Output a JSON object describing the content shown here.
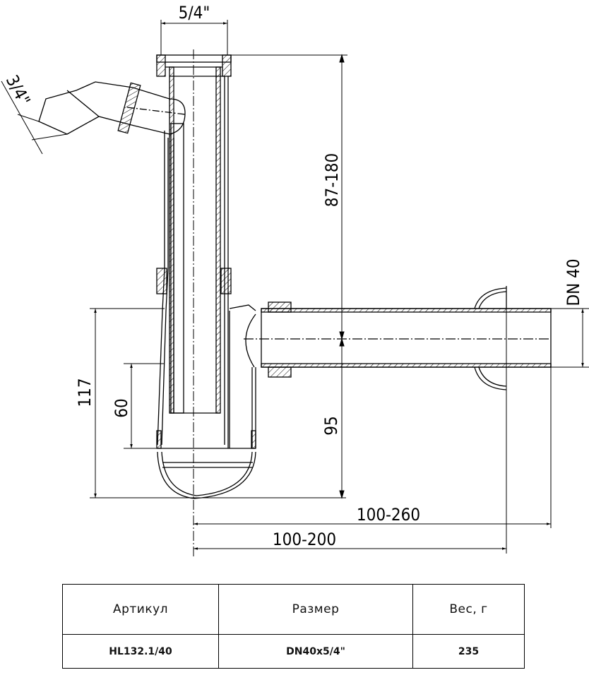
{
  "drawing": {
    "dimensions": {
      "top_thread": "5/4\"",
      "side_inlet": "3/4\"",
      "height_range": "87-180",
      "outlet_diameter": "DN 40",
      "total_height": "117",
      "water_seal": "60",
      "outlet_height": "95",
      "length_long": "100-260",
      "length_short": "100-200"
    }
  },
  "table": {
    "headers": [
      "Артикул",
      "Размер",
      "Вес, г"
    ],
    "rows": [
      [
        "HL132.1/40",
        "DN40x5/4\"",
        "235"
      ]
    ]
  }
}
